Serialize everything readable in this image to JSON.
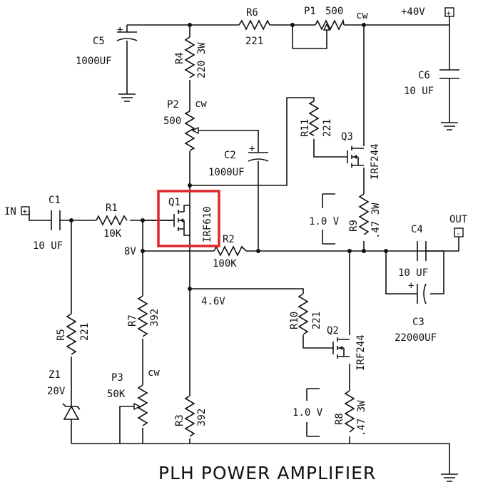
{
  "title": "PLH POWER AMPLIFIER",
  "highlight_color": "#e0262b",
  "terminals": {
    "in": "IN",
    "out": "OUT",
    "supply": "+40V",
    "plus": "+",
    "minus": "-"
  },
  "polarity": {
    "plus": "+"
  },
  "wiper": {
    "cw": "cw"
  },
  "voltages": {
    "v8": "8V",
    "v46": "4.6V",
    "v10a": "1.0 V",
    "v10b": "1.0 V"
  },
  "components": {
    "c1": {
      "ref": "C1",
      "value": "10 UF"
    },
    "c2": {
      "ref": "C2",
      "value": "1000UF"
    },
    "c3": {
      "ref": "C3",
      "value": "22000UF"
    },
    "c4": {
      "ref": "C4",
      "value": "10 UF"
    },
    "c5": {
      "ref": "C5",
      "value": "1000UF"
    },
    "c6": {
      "ref": "C6",
      "value": "10 UF"
    },
    "r1": {
      "ref": "R1",
      "value": "10K"
    },
    "r2": {
      "ref": "R2",
      "value": "100K"
    },
    "r3": {
      "ref": "R3",
      "value": "392"
    },
    "r4": {
      "ref": "R4",
      "value": "220 3W"
    },
    "r5": {
      "ref": "R5",
      "value": "221"
    },
    "r6": {
      "ref": "R6",
      "value": "221"
    },
    "r7": {
      "ref": "R7",
      "value": "392"
    },
    "r8": {
      "ref": "R8",
      "value": ".47 3W"
    },
    "r9": {
      "ref": "R9",
      "value": ".47 3W"
    },
    "r10": {
      "ref": "R10",
      "value": "221"
    },
    "r11": {
      "ref": "R11",
      "value": "221"
    },
    "p1": {
      "ref": "P1",
      "value": "500"
    },
    "p2": {
      "ref": "P2",
      "value": "500"
    },
    "p3": {
      "ref": "P3",
      "value": "50K"
    },
    "q1": {
      "ref": "Q1",
      "value": "IRF610"
    },
    "q2": {
      "ref": "Q2",
      "value": "IRF244"
    },
    "q3": {
      "ref": "Q3",
      "value": "IRF244"
    },
    "z1": {
      "ref": "Z1",
      "value": "20V"
    }
  }
}
